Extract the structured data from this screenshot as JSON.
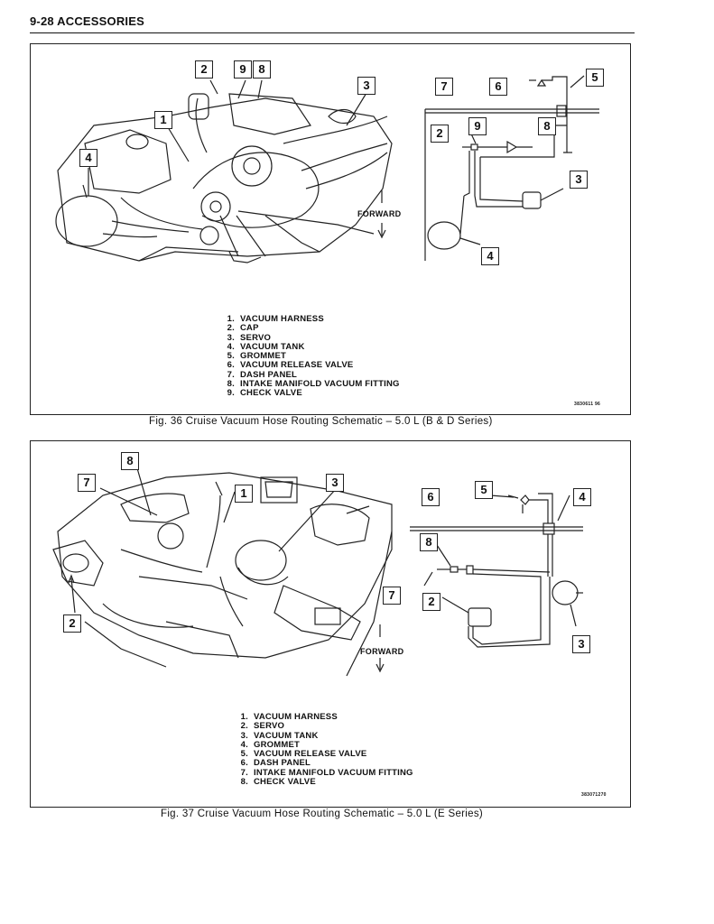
{
  "header": {
    "text": "9-28  ACCESSORIES"
  },
  "fig36": {
    "caption": "Fig. 36 Cruise Vacuum Hose Routing Schematic – 5.0 L (B & D Series)",
    "figure_number": "3830611 96",
    "forward_label": "FORWARD",
    "legend": [
      {
        "num": "1.",
        "text": "VACUUM HARNESS"
      },
      {
        "num": "2.",
        "text": "CAP"
      },
      {
        "num": "3.",
        "text": "SERVO"
      },
      {
        "num": "4.",
        "text": "VACUUM TANK"
      },
      {
        "num": "5.",
        "text": "GROMMET"
      },
      {
        "num": "6.",
        "text": "VACUUM RELEASE VALVE"
      },
      {
        "num": "7.",
        "text": "DASH PANEL"
      },
      {
        "num": "8.",
        "text": "INTAKE MANIFOLD VACUUM FITTING"
      },
      {
        "num": "9.",
        "text": "CHECK VALVE"
      }
    ],
    "callouts": {
      "engine": [
        "2",
        "9",
        "8",
        "3",
        "1",
        "4"
      ],
      "schematic": [
        "7",
        "6",
        "5",
        "9",
        "2",
        "8",
        "3",
        "4"
      ]
    }
  },
  "fig37": {
    "caption": "Fig. 37 Cruise Vacuum Hose Routing Schematic – 5.0 L (E Series)",
    "figure_number": "383071270",
    "forward_label": "FORWARD",
    "legend": [
      {
        "num": "1.",
        "text": "VACUUM HARNESS"
      },
      {
        "num": "2.",
        "text": "SERVO"
      },
      {
        "num": "3.",
        "text": "VACUUM TANK"
      },
      {
        "num": "4.",
        "text": "GROMMET"
      },
      {
        "num": "5.",
        "text": "VACUUM RELEASE VALVE"
      },
      {
        "num": "6.",
        "text": "DASH PANEL"
      },
      {
        "num": "7.",
        "text": "INTAKE MANIFOLD VACUUM FITTING"
      },
      {
        "num": "8.",
        "text": "CHECK VALVE"
      }
    ],
    "callouts": {
      "engine": [
        "8",
        "7",
        "1",
        "3",
        "2"
      ],
      "schematic": [
        "5",
        "6",
        "4",
        "8",
        "7",
        "2",
        "3"
      ]
    }
  }
}
